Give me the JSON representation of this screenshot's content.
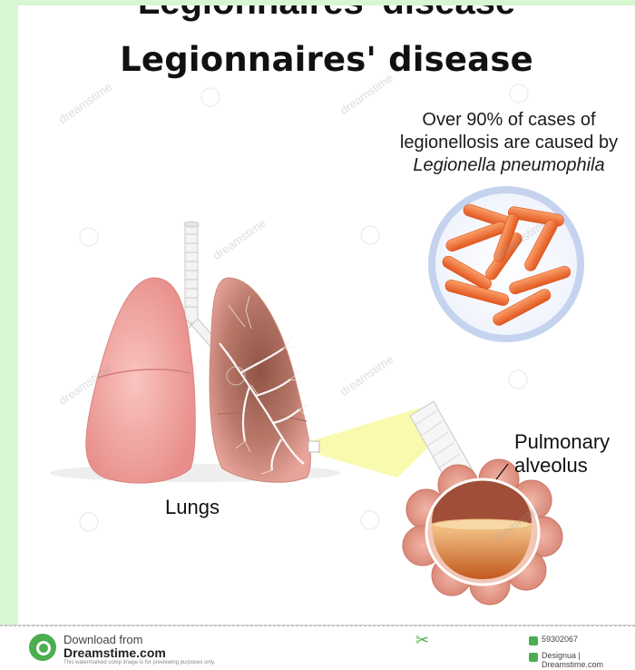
{
  "header": {
    "top_fragment": "Legionnaires' disease",
    "title": "Legionnaires' disease"
  },
  "caption": {
    "line1": "Over 90% of cases of",
    "line2": "legionellosis are caused by",
    "line3": "Legionella pneumophila"
  },
  "labels": {
    "lungs": "Lungs",
    "alveolus_line1": "Pulmonary",
    "alveolus_line2": "alveolus"
  },
  "watermark": {
    "text": "dreamstime"
  },
  "footer": {
    "download_from": "Download from",
    "site": "Dreamstime.com",
    "notice": "This watermarked comp image is for previewing purposes only.",
    "image_id": "59302067",
    "credit": "Designua | Dreamstime.com"
  },
  "colors": {
    "lung_left": "#f3a4a0",
    "lung_right_diseased": "#b97868",
    "bacteria": "#f07a3a",
    "circle_border": "#c5d3ef",
    "highlight_beam": "#fafaa8",
    "page_border": "#d8f6d2"
  }
}
